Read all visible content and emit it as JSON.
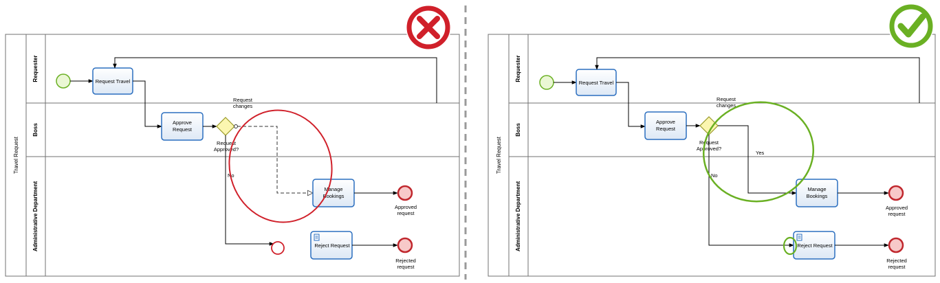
{
  "pool": "Travel Request",
  "lanes": [
    "Requester",
    "Boss",
    "Administrative Department"
  ],
  "tasks": {
    "request_travel": "Request Travel",
    "approve_request": [
      "Approve",
      "Request"
    ],
    "manage_bookings": [
      "Manage",
      "Bookings"
    ],
    "reject_request": "Reject Request"
  },
  "gateway": [
    "Request",
    "Approved?"
  ],
  "flow_labels": {
    "request_changes": [
      "Request",
      "changes"
    ],
    "no": "No",
    "yes": "Yes"
  },
  "end_events": {
    "approved": [
      "Approved",
      "request"
    ],
    "rejected": [
      "Rejected",
      "request"
    ]
  },
  "verdicts": {
    "wrong_icon": "cross-icon",
    "right_icon": "checkmark-icon",
    "wrong_color": "#d0202a",
    "right_color": "#6ab023"
  }
}
